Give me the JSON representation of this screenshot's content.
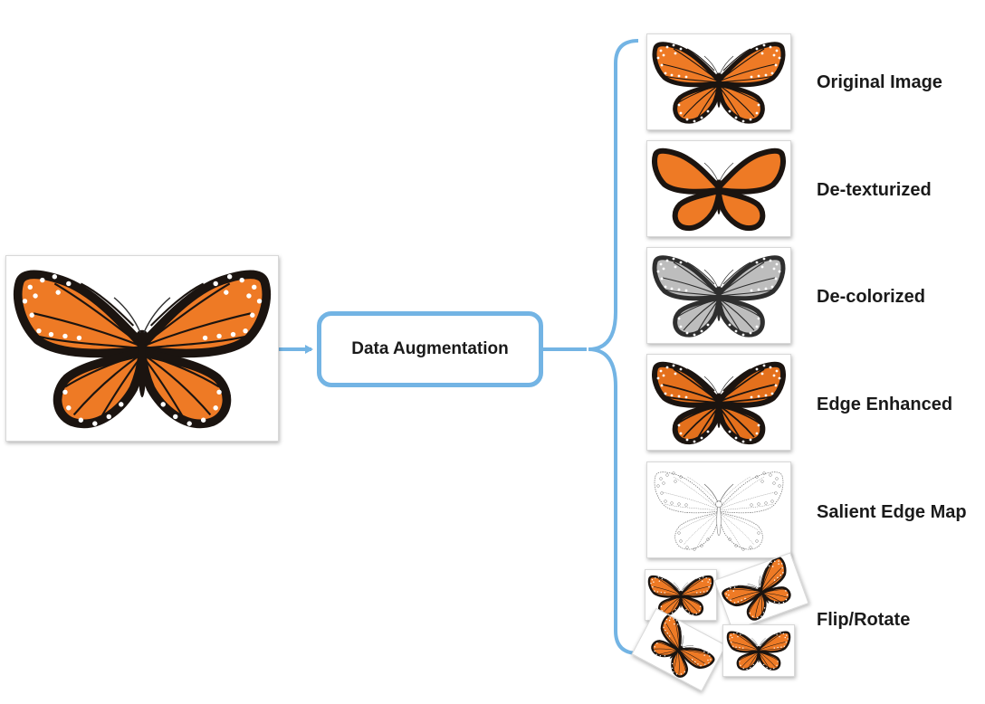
{
  "colors": {
    "connector": "#73b4e4",
    "wing_orange": "#ee7a25",
    "wing_black": "#1b1410",
    "wing_gray": "#bdbdbd",
    "edge_line": "#6a6a6a"
  },
  "process": {
    "label": "Data Augmentation"
  },
  "input": {
    "icon": "butterfly-icon"
  },
  "outputs": [
    {
      "label": "Original Image",
      "style": "original"
    },
    {
      "label": "De-texturized",
      "style": "detexturized"
    },
    {
      "label": "De-colorized",
      "style": "decolorized"
    },
    {
      "label": "Edge Enhanced",
      "style": "enhanced"
    },
    {
      "label": "Salient Edge Map",
      "style": "edgemap"
    },
    {
      "label": "Flip/Rotate",
      "style": "fliprotate"
    }
  ]
}
